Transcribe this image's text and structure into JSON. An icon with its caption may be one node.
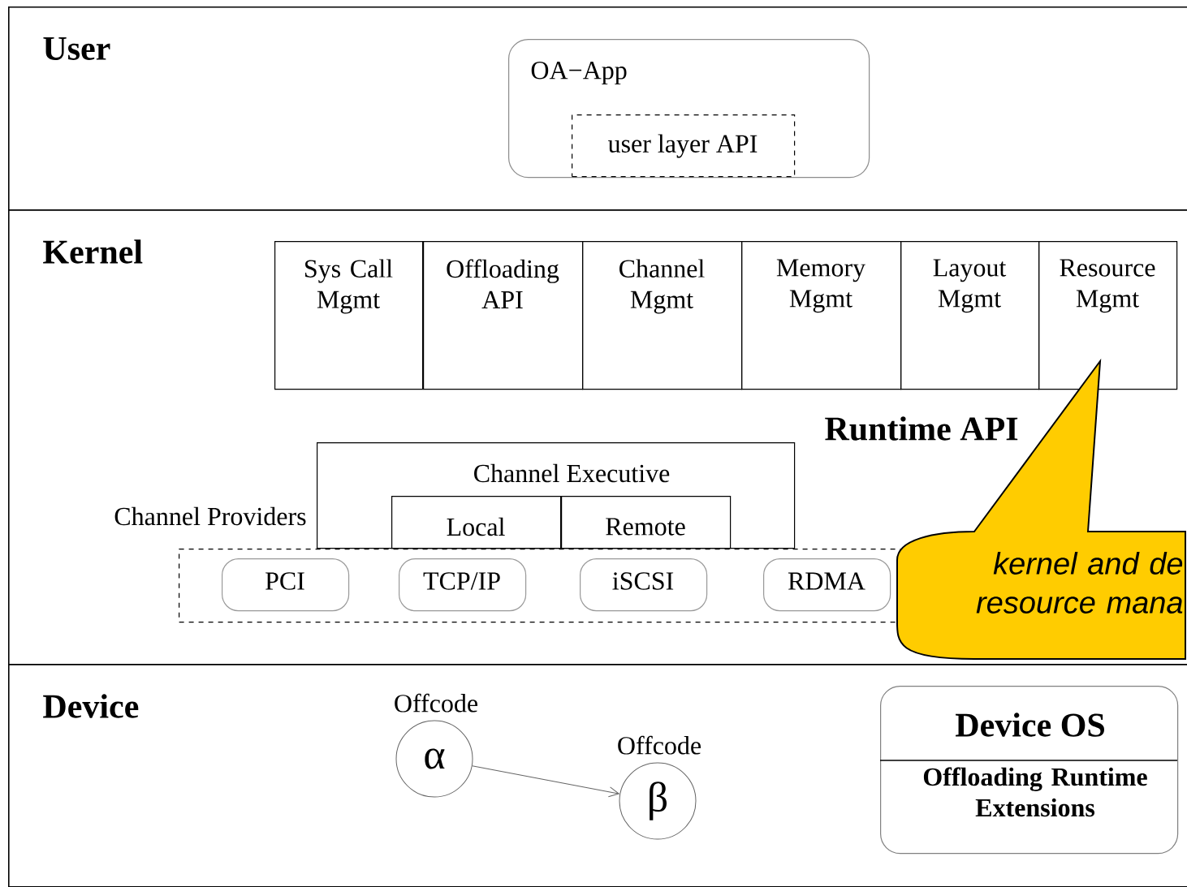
{
  "diagram": {
    "nodes": [
      {
        "text": [
          "User"
        ]
      },
      {
        "text": [
          "OA−App"
        ],
        "in": 0
      },
      {
        "text": [
          "user layer API"
        ],
        "in": 1
      },
      {
        "text": [
          "Kernel"
        ]
      },
      {
        "text": [
          "Sys Call Mgmt"
        ],
        "in": 3
      },
      {
        "text": [
          "Offloading API"
        ],
        "in": 3
      },
      {
        "text": [
          "Channel Mgmt"
        ],
        "in": 3
      },
      {
        "text": [
          "Memory Mgmt"
        ],
        "in": 3
      },
      {
        "text": [
          "Layout Mgmt"
        ],
        "in": 3
      },
      {
        "text": [
          "Resource Mgmt"
        ],
        "in": 3
      },
      {
        "text": [
          "Channel Executive"
        ],
        "in": 3
      },
      {
        "text": [
          "Local"
        ],
        "in": 10
      },
      {
        "text": [
          "Remote"
        ],
        "in": 10
      },
      {
        "text": [],
        "shape": "box",
        "beside": [
          "Channel Providers"
        ],
        "in": 3
      },
      {
        "text": [
          "PCI"
        ],
        "in": 13
      },
      {
        "text": [
          "TCP/IP"
        ],
        "in": 13
      },
      {
        "text": [
          "iSCSI"
        ],
        "in": 13
      },
      {
        "text": [
          "RDMA"
        ],
        "in": 13
      },
      {
        "text": [
          "kernel and de resource mana"
        ],
        "in": 3
      },
      {
        "text": [
          "Device"
        ]
      },
      {
        "text": [
          "α"
        ],
        "beside": [
          "Offcode"
        ],
        "in": 19
      },
      {
        "text": [
          "β"
        ],
        "beside": [
          "Offcode"
        ],
        "in": 19
      },
      {
        "text": [
          "Device OS",
          "Offloading Runtime Extensions"
        ],
        "in": 19
      }
    ],
    "edges": [
      {
        "from": 20,
        "to": 21,
        "arrow": "to"
      }
    ],
    "labels": [
      "Runtime API"
    ]
  }
}
